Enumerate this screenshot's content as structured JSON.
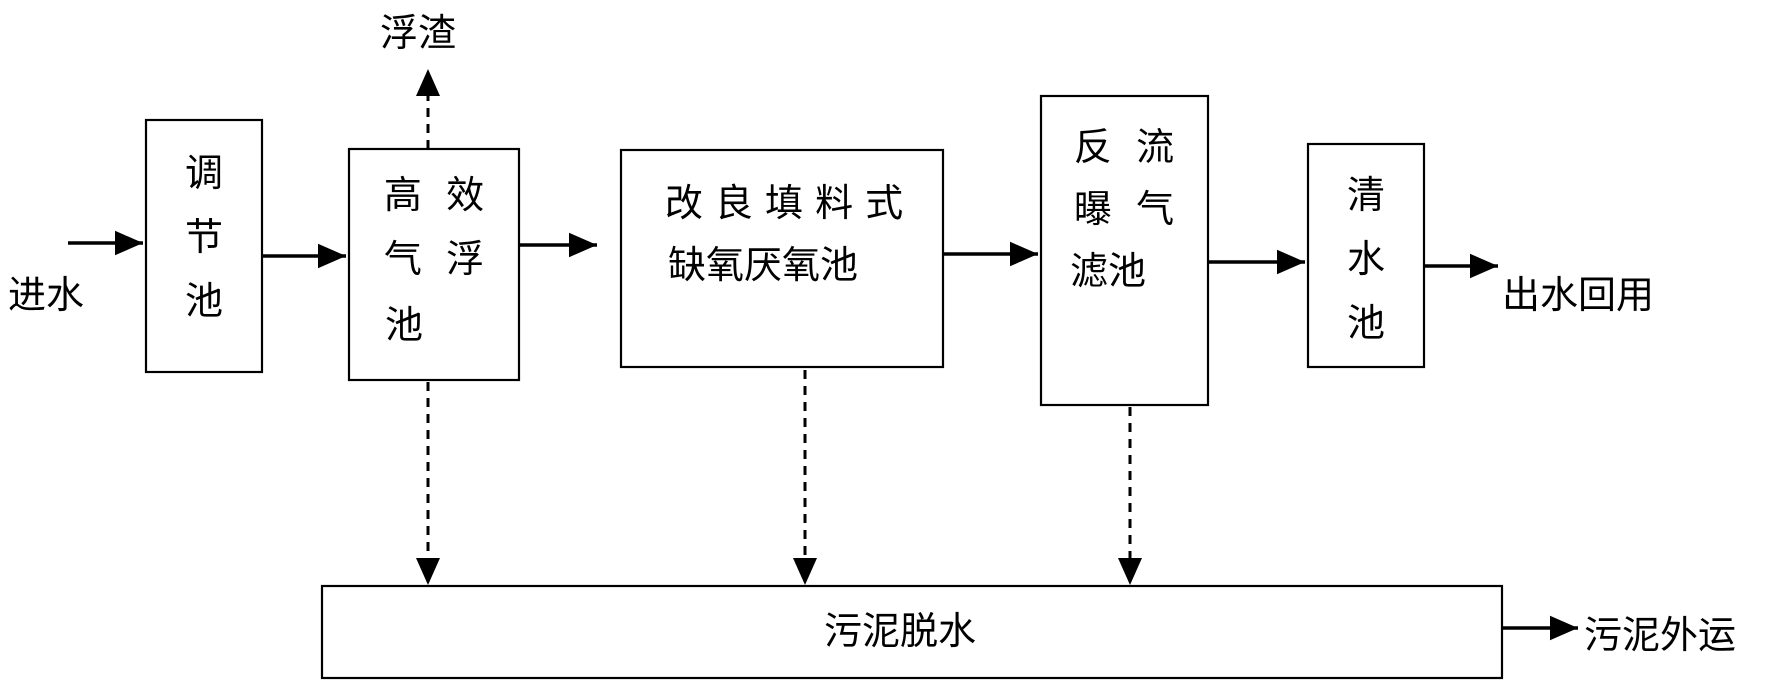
{
  "diagram": {
    "input_label": "进水",
    "scum_label": "浮渣",
    "tank1": {
      "lines": [
        "调",
        "节",
        "池"
      ]
    },
    "tank2": {
      "lines": [
        "高  效",
        "气  浮",
        "池"
      ]
    },
    "tank3": {
      "lines": [
        "改 良 填 料 式",
        "缺氧厌氧池"
      ]
    },
    "tank4": {
      "lines": [
        "反  流",
        "曝  气",
        "滤池"
      ]
    },
    "tank5": {
      "lines": [
        "清",
        "水",
        "池"
      ]
    },
    "output_label": "出水回用",
    "sludge_box_label": "污泥脱水",
    "sludge_out_label": "污泥外运"
  }
}
